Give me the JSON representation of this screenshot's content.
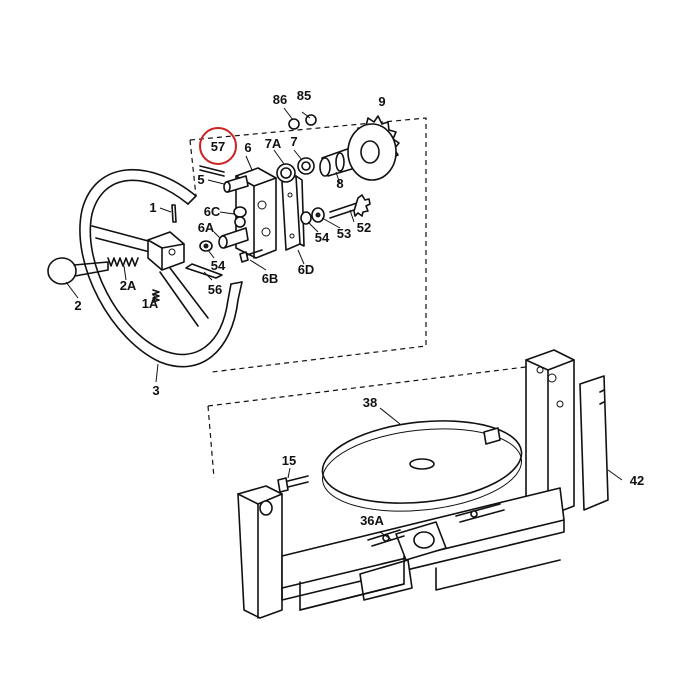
{
  "highlight": {
    "label": "57",
    "color": "#cc2222"
  },
  "callouts": {
    "c86": "86",
    "c85": "85",
    "c9": "9",
    "c57": "57",
    "c6": "6",
    "c7": "7",
    "c7A": "7A",
    "c8": "8",
    "c5": "5",
    "c1": "1",
    "c6C": "6C",
    "c6A": "6A",
    "c54a": "54",
    "c53": "53",
    "c52": "52",
    "c54b": "54",
    "c6D": "6D",
    "c6B": "6B",
    "c56": "56",
    "c2A": "2A",
    "c1A": "1A",
    "c2": "2",
    "c3": "3",
    "c38": "38",
    "c15": "15",
    "c42": "42",
    "c36A": "36A"
  }
}
